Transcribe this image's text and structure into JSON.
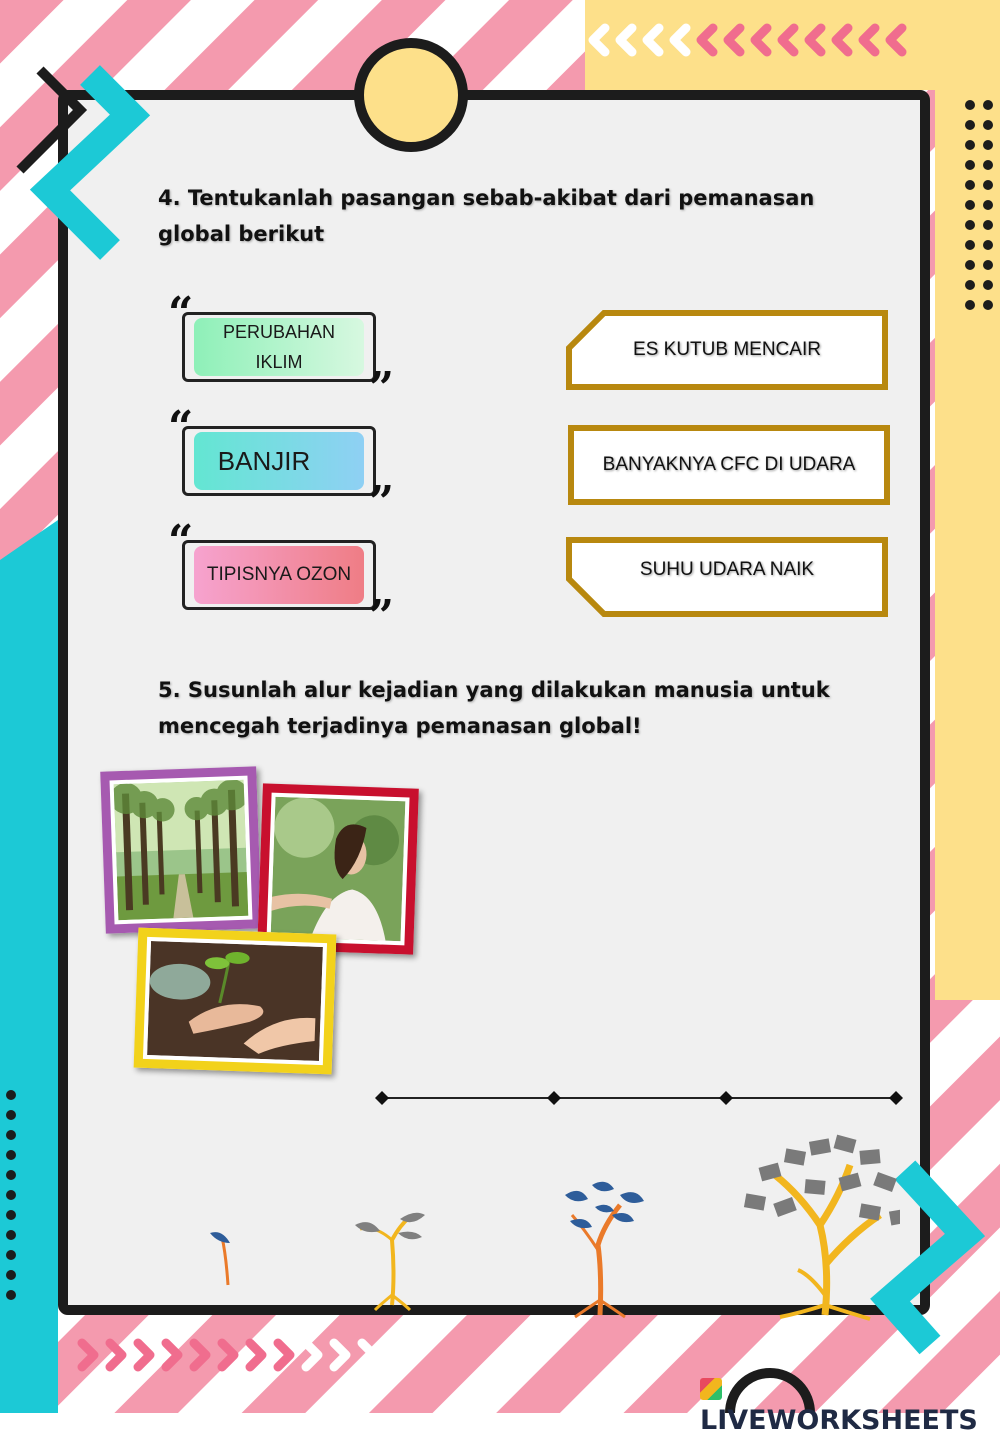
{
  "question4": {
    "line1": "4. Tentukanlah pasangan sebab-akibat dari pemanasan",
    "line2": "global berikut"
  },
  "left_cards": [
    {
      "line1": "PERUBAHAN",
      "line2": "IKLIM",
      "color_a": "#8ef0b8",
      "color_b": "#d7f8e0"
    },
    {
      "label": "BANJIR",
      "color_a": "#63e6d2",
      "color_b": "#8fd0f4"
    },
    {
      "label": "TIPISNYA OZON",
      "color_a": "#f6a3cf",
      "color_b": "#ef7d85"
    }
  ],
  "right_cards": [
    {
      "label": "ES KUTUB MENCAIR"
    },
    {
      "label": "BANYAKNYA CFC DI UDARA"
    },
    {
      "label": "SUHU UDARA NAIK"
    }
  ],
  "question5": {
    "line1": "5. Susunlah alur kejadian yang dilakukan manusia untuk",
    "line2": "mencegah terjadinya pemanasan global!"
  },
  "photos": [
    {
      "name": "forest-photo",
      "frame": "#a65ab0"
    },
    {
      "name": "woman-fresh-air-photo",
      "frame": "#c8102e"
    },
    {
      "name": "planting-seedling-photo",
      "frame": "#f2d21b"
    }
  ],
  "timeline_points": 4,
  "watermark": "LIVEWORKSHEETS",
  "colors": {
    "pink": "#f49aae",
    "yellow": "#fde08a",
    "cyan": "#1cc9d6",
    "frame": "#1c1c1c",
    "gold_border": "#b8880f"
  }
}
